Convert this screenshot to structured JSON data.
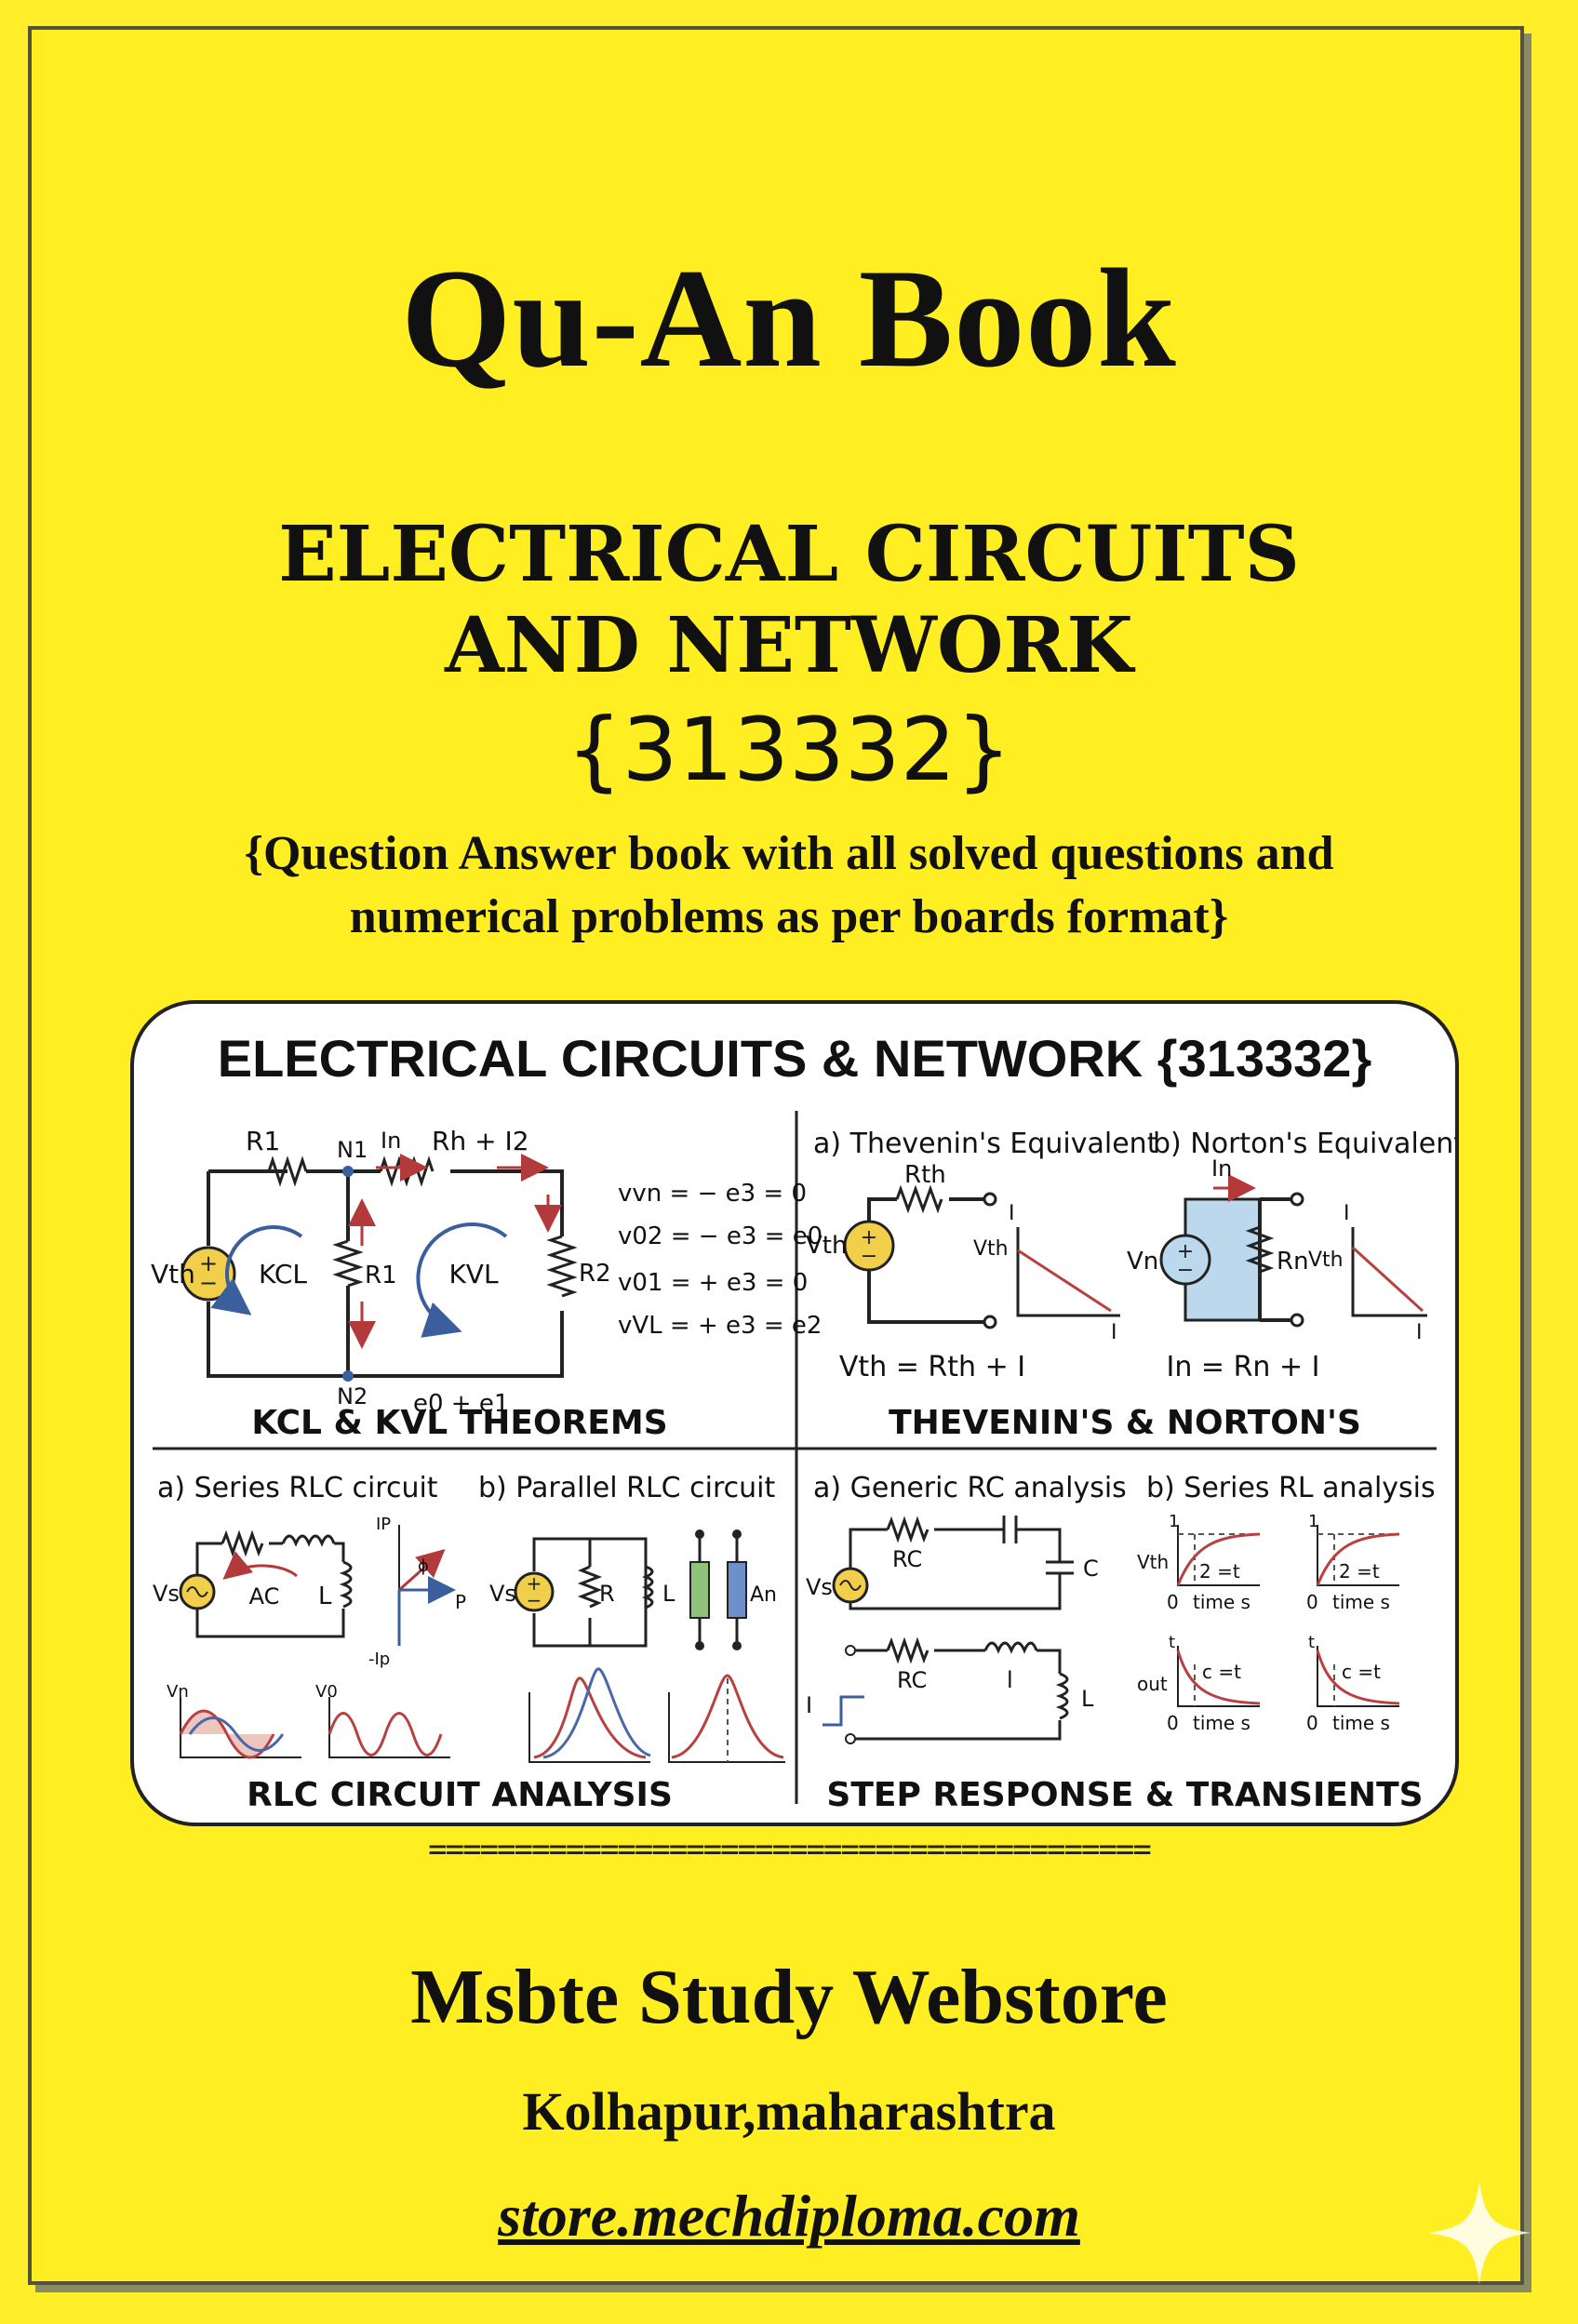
{
  "cover": {
    "title": "Qu-An Book",
    "subject_line1": "ELECTRICAL CIRCUITS",
    "subject_line2": "AND NETWORK",
    "code": "{313332}",
    "description_line1": "{Question Answer book with all solved questions and",
    "description_line2": "numerical problems as per boards format}",
    "divider": "==========================================",
    "publisher": "Msbte Study Webstore",
    "location": "Kolhapur,maharashtra",
    "website": "store.mechdiploma.com"
  },
  "poster": {
    "heading": "ELECTRICAL CIRCUITS & NETWORK {313332}",
    "panels": {
      "kcl": {
        "caption": "KCL & KVL THEOREMS",
        "labels": {
          "r1_top": "R1",
          "n1": "N1",
          "in": "In",
          "rh_i2": "Rh + I2",
          "vth": "Vth",
          "kcl": "KCL",
          "r1_mid": "R1",
          "kvl": "KVL",
          "r2": "R2",
          "n2": "N2",
          "e0e1": "e0 + e1"
        },
        "equations": [
          "vvn = − e3 = 0",
          "v02 = − e3 = e0",
          "v01 = + e3 = 0",
          "vVL = + e3 = e2"
        ]
      },
      "thevenin": {
        "caption": "THEVENIN'S & NORTON'S",
        "label_a": "a) Thevenin's Equivalent",
        "label_b": "b) Norton's Equivalent",
        "labels": {
          "rth": "Rth",
          "vth_src": "Vth",
          "axis_i1": "I",
          "vth_axis": "Vth",
          "axis_i2": "I",
          "in_arrow": "In",
          "vn": "Vn",
          "rn": "Rn",
          "vth_axis2": "Vth",
          "axis_i3": "I",
          "axis_i4": "I"
        },
        "eq_left": "Vth = Rth + I",
        "eq_right": "In = Rn + I"
      },
      "rlc": {
        "caption": "RLC CIRCUIT ANALYSIS",
        "label_a": "a) Series RLC circuit",
        "label_b": "b) Parallel RLC circuit",
        "labels": {
          "vs": "Vs",
          "ac": "AC",
          "l": "L",
          "ip": "IP",
          "phi": "ϕ",
          "p": "P",
          "neg_ip": "-Ip",
          "vs2": "Vs",
          "r": "R",
          "l2": "L",
          "an": "An",
          "vn1": "Vn",
          "v0": "V0"
        }
      },
      "step": {
        "caption": "STEP RESPONSE & TRANSIENTS",
        "label_a": "a) Generic RC analysis",
        "label_b": "b) Series RL analysis",
        "labels": {
          "vs": "Vs",
          "rc1": "RC",
          "c": "C",
          "rc2": "RC",
          "l_mid": "l",
          "l_right": "L",
          "i_left": "I",
          "g1_y": "Vth",
          "g1_one": "1",
          "g1_eq": "2 =t",
          "g1_zero": "0",
          "g1_x": "time s",
          "g2_one": "1",
          "g2_eq": "2 =t",
          "g2_zero": "0",
          "g2_x": "time s",
          "g3_y": "out",
          "g3_t": "t",
          "g3_eq": "c =t",
          "g3_zero": "0",
          "g3_x": "time s",
          "g4_t": "t",
          "g4_eq": "c =t",
          "g4_zero": "0",
          "g4_x": "time s"
        }
      }
    }
  },
  "colors": {
    "background": "#ffee22",
    "wire": "#222222",
    "arrow_red": "#b23a3a",
    "loop_blue": "#3a5f9c",
    "norton_fill": "#bcd8ec",
    "source_fill": "#f1cf4a",
    "curve_red": "#b84040",
    "curve_blue": "#4a67a8"
  }
}
